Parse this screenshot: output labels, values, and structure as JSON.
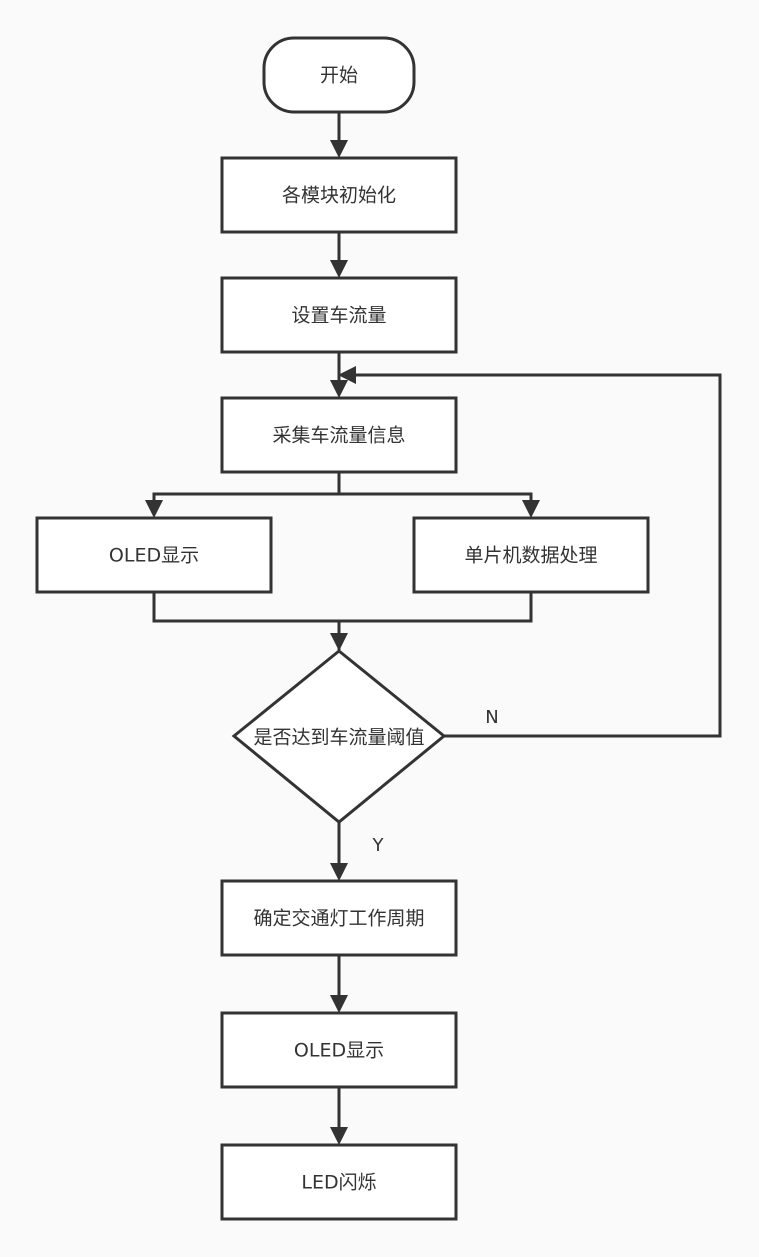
{
  "diagram": {
    "nodes": {
      "start": "开始",
      "init": "各模块初始化",
      "set_flow": "设置车流量",
      "collect": "采集车流量信息",
      "oled_display_1": "OLED显示",
      "mcu_process": "单片机数据处理",
      "decision": "是否达到车流量阈值",
      "determine_cycle": "确定交通灯工作周期",
      "oled_display_2": "OLED显示",
      "led_flash": "LED闪烁"
    },
    "edge_labels": {
      "no": "N",
      "yes": "Y"
    }
  }
}
